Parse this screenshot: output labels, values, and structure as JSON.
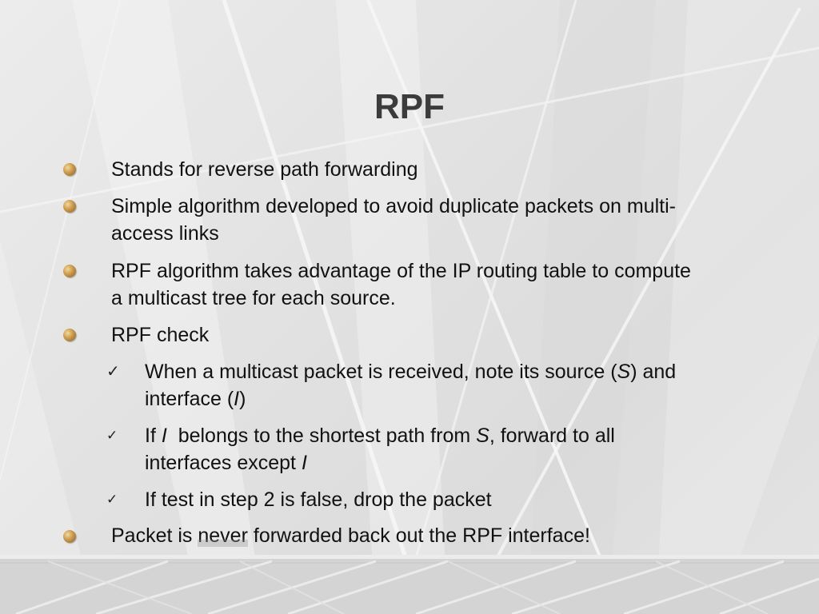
{
  "slide": {
    "title": "RPF",
    "bullets": [
      {
        "text": "Stands for reverse path forwarding"
      },
      {
        "line1": "Simple algorithm developed to avoid duplicate packets on multi-",
        "line2": "access links"
      },
      {
        "line1": "RPF algorithm takes advantage of the IP routing table to compute",
        "line2": "a multicast tree for each source."
      },
      {
        "text": "RPF check"
      }
    ],
    "sub_bullets": [
      {
        "l1_pre": "When a multicast packet is received, note its source (",
        "l1_var": "S",
        "l1_post": ") and",
        "l2_pre": "interface (",
        "l2_var": "I",
        "l2_post": ")"
      },
      {
        "l1_pre": "If ",
        "l1_var": "I",
        "l1_mid": " belongs to the shortest path from ",
        "l1_var2": "S",
        "l1_post": ", forward to all",
        "l2_pre": "interfaces except ",
        "l2_var": "I"
      },
      {
        "text": "If test in step 2 is false, drop the packet"
      }
    ],
    "last_bullet": {
      "pre": "Packet is ",
      "emph": "never",
      "post": " forwarded back out the RPF interface!"
    },
    "check_glyph": "✓"
  }
}
